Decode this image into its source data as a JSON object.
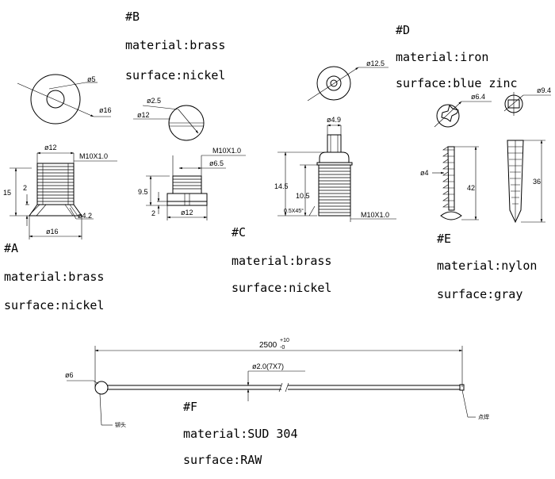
{
  "parts": [
    {
      "id": "#A",
      "material": "material:brass",
      "surface": "surface:nickel"
    },
    {
      "id": "#B",
      "material": "material:brass",
      "surface": "surface:nickel"
    },
    {
      "id": "#C",
      "material": "material:brass",
      "surface": "surface:nickel"
    },
    {
      "id": "#D",
      "material": "material:iron",
      "surface": "surface:blue zinc"
    },
    {
      "id": "#E",
      "material": "material:nylon",
      "surface": "surface:gray"
    },
    {
      "id": "#F",
      "material": "material:SUD 304",
      "surface": "surface:RAW"
    }
  ],
  "dims": {
    "a_d5": "ø5",
    "a_d16_top": "ø16",
    "a_d12": "ø12",
    "a_m10": "M10X1.0",
    "a_15": "15",
    "a_2": "2",
    "a_d42": "ø4.2",
    "a_d16": "ø16",
    "b_d25": "ø2.5",
    "b_d12_top": "ø12",
    "b_m10": "M10X1.0",
    "b_d65": "ø6.5",
    "b_95": "9.5",
    "b_2": "2",
    "b_d12": "ø12",
    "c_d125": "ø12.5",
    "c_d49": "ø4.9",
    "c_145": "14.5",
    "c_105": "10.5",
    "c_chamfer": "0.5X45°",
    "c_m10": "M10X1.0",
    "d_d64": "ø6.4",
    "d_d94": "ø9.4",
    "d_d4": "ø4",
    "d_42": "42",
    "d_36": "36",
    "f_len": "2500",
    "f_tol_up": "+10",
    "f_tol_dn": "-0",
    "f_d6": "ø6",
    "f_d20": "ø2.0(7X7)",
    "f_note_left": "铆头",
    "f_note_right": "点焊"
  }
}
